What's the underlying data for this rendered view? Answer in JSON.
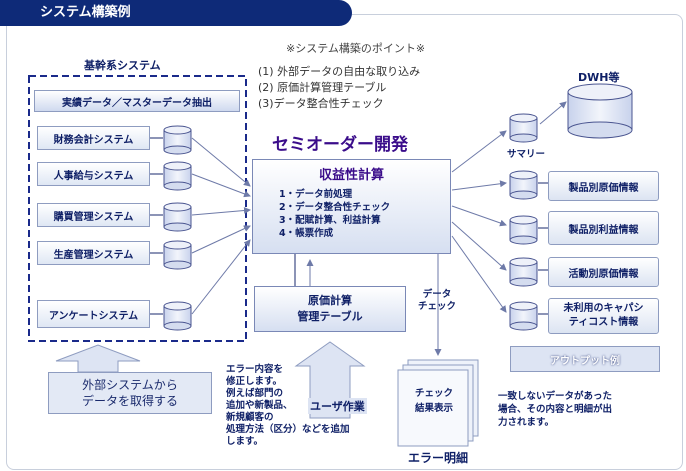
{
  "header": {
    "title": "システム構築例"
  },
  "points": {
    "title": "※システム構築のポイント※",
    "items": [
      "(1) 外部データの自由な取り込み",
      "(2) 原価計算管理テーブル",
      "(3)データ整合性チェック"
    ]
  },
  "core": {
    "title": "基幹系システム",
    "extract_label": "実績データ／マスターデータ抽出",
    "systems": [
      "財務会計システム",
      "人事給与システム",
      "購買管理システム",
      "生産管理システム",
      "アンケートシステム"
    ],
    "note_line1": "外部システムから",
    "note_line2": "データを取得する"
  },
  "center": {
    "title": "セミオーダー開発",
    "box_title": "収益性計算",
    "steps": [
      "1・データ前処理",
      "2・データ整合性チェック",
      "3・配賦計算、利益計算",
      "4・帳票作成"
    ],
    "cost_table_line1": "原価計算",
    "cost_table_line2": "管理テーブル"
  },
  "user": {
    "label": "ユーザ作業",
    "note": [
      "エラー内容を",
      "修正します。",
      "例えば部門の",
      "追加や新製品、",
      "新規顧客の",
      "処理方法（区分）などを追加",
      "します。"
    ]
  },
  "check": {
    "arrow_label_line1": "データ",
    "arrow_label_line2": "チェック",
    "box_line1": "チェック",
    "box_line2": "結果表示",
    "caption": "エラー明細",
    "note": [
      "一致しないデータがあった",
      "場合、その内容と明細が出",
      "力されます。"
    ]
  },
  "output": {
    "dwh_label": "DWH等",
    "summary_label": "サマリー",
    "items": [
      "製品別原価情報",
      "製品別利益情報",
      "活動別原価情報"
    ],
    "last_item_line1": "未利用のキャパシ",
    "last_item_line2": "ティコスト情報",
    "caption": "アウトプット例"
  },
  "colors": {
    "navy": "#0e2a78",
    "purple": "#3a0c8a",
    "box_border": "#8e9cc0",
    "cyl_top": "#cdd6ec",
    "cyl_body": "#e6ebf6"
  }
}
